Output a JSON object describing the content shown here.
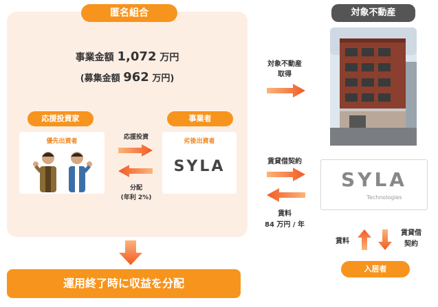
{
  "anonymous_partnership": {
    "title": "匿名組合",
    "project_amount_label": "事業金額",
    "project_amount_value": "1,072",
    "project_amount_unit": "万円",
    "raise_prefix": "(募集金額",
    "raise_value": "962",
    "raise_suffix": "万円)",
    "investors": {
      "title": "応援投資家",
      "subtitle": "優先出資者"
    },
    "operator": {
      "title": "事業者",
      "subtitle": "劣後出資者",
      "logo": "SYLA"
    },
    "invest_label": "応援投資",
    "dividend_label": "分配",
    "dividend_rate": "(年利 2%)"
  },
  "property": {
    "title": "対象不動産",
    "acquire_line1": "対象不動産",
    "acquire_line2": "取得"
  },
  "lease": {
    "contract_label": "賃貸借契約",
    "rent_label": "賃料",
    "rent_amount": "84 万円 / 年"
  },
  "syla_tech": {
    "logo": "SYLA",
    "sub": "Technologies"
  },
  "tenant": {
    "rent_label": "賃料",
    "contract_line1": "賃貸借",
    "contract_line2": "契約",
    "title": "入居者"
  },
  "result": {
    "label": "運用終了時に収益を分配"
  },
  "colors": {
    "orange": "#f7941d",
    "panel": "#fdeee4",
    "dark_pill": "#555555"
  }
}
